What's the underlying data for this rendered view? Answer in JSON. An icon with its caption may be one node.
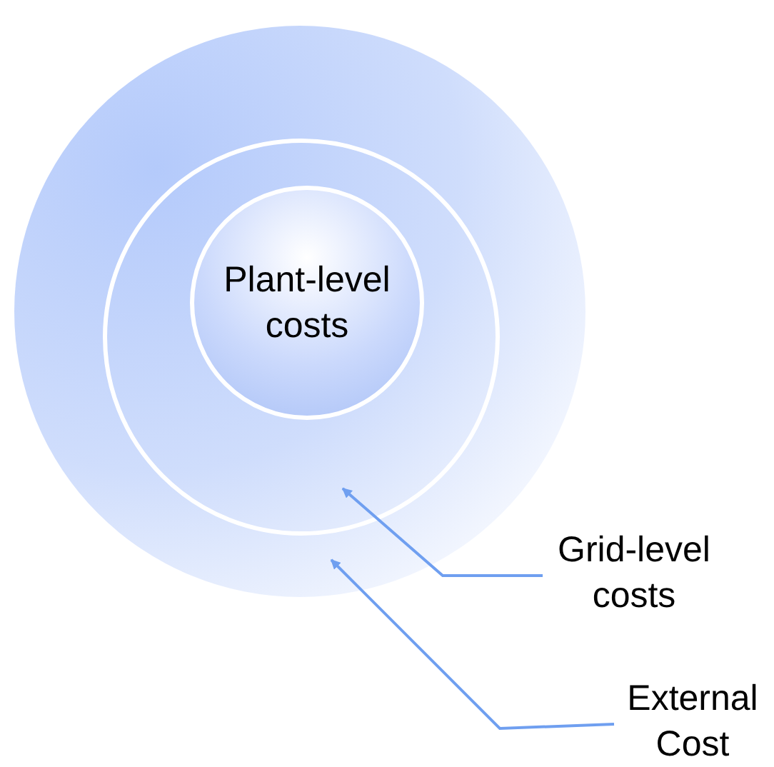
{
  "diagram": {
    "nodes": [
      {
        "text": [],
        "shape": "circle"
      },
      {
        "text": [],
        "shape": "circle",
        "in": 0
      },
      {
        "text": [
          "Plant-level costs"
        ],
        "in": 1
      },
      {
        "text": [
          "Grid-level costs"
        ]
      },
      {
        "text": [
          "External Cost"
        ]
      }
    ],
    "edges": [
      {
        "from": 3,
        "to": 1,
        "arrow": "to"
      },
      {
        "from": 4,
        "to": 0,
        "arrow": "to"
      }
    ]
  }
}
